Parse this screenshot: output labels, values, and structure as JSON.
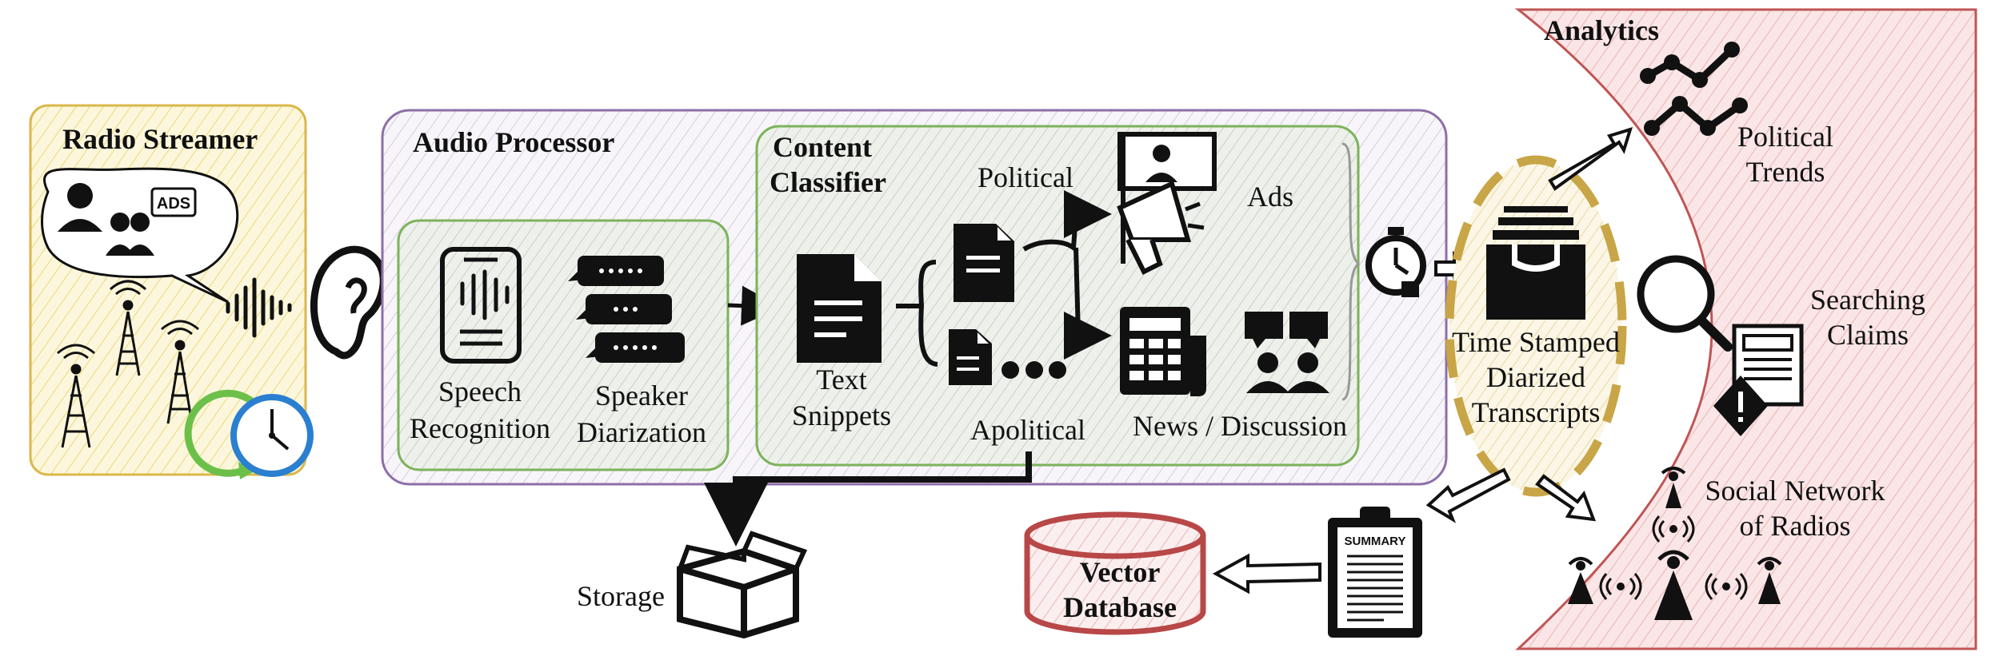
{
  "radio_streamer": {
    "title": "Radio Streamer",
    "ads_badge": "ADS"
  },
  "audio_processor": {
    "title": "Audio Processor",
    "speech_recognition": [
      "Speech",
      "Recognition"
    ],
    "speaker_diarization": [
      "Speaker",
      "Diarization"
    ]
  },
  "content_classifier": {
    "title": [
      "Content",
      "Classifier"
    ],
    "text_snippets": [
      "Text",
      "Snippets"
    ],
    "political": "Political",
    "apolitical": "Apolitical",
    "ads": "Ads",
    "news_discussion": "News / Discussion"
  },
  "transcripts": [
    "Time Stamped",
    "Diarized",
    "Transcripts"
  ],
  "storage": "Storage",
  "vector_database": [
    "Vector",
    "Database"
  ],
  "summary_badge": "SUMMARY",
  "analytics": {
    "title": "Analytics",
    "political_trends": [
      "Political",
      "Trends"
    ],
    "searching_claims": [
      "Searching",
      "Claims"
    ],
    "social_network": [
      "Social Network",
      "of Radios"
    ]
  },
  "colors": {
    "radio_fill": "#fbf6d6",
    "radio_border": "#d9b84a",
    "processor_border": "#8e6ea8",
    "processor_fill": "#f3f0f6",
    "classifier_border": "#7cb35a",
    "analytics_fill": "#f7dede",
    "analytics_border": "#c05555",
    "db_border": "#b84747",
    "transcripts_ring": "#c8a546"
  }
}
